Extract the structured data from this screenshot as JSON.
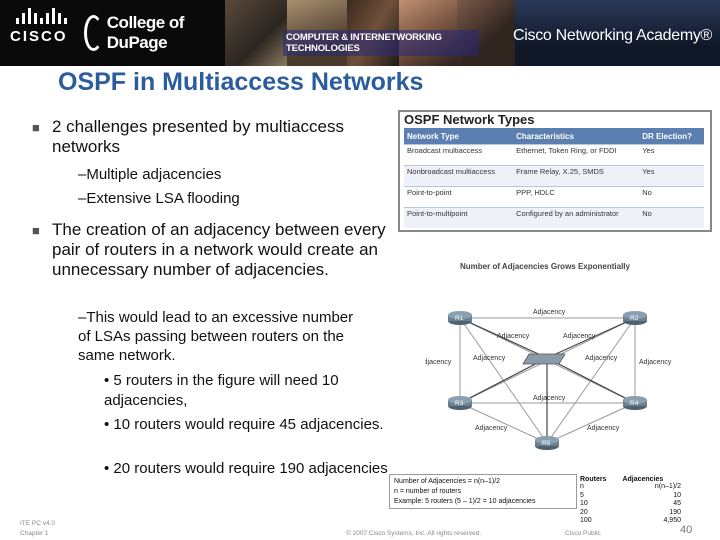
{
  "header": {
    "cisco_wordmark": "CISCO",
    "college_name": "College of DuPage",
    "program": "COMPUTER & INTERNETWORKING TECHNOLOGIES",
    "academy": "Cisco Networking Academy®"
  },
  "title": "OSPF in Multiaccess Networks",
  "bullets": [
    {
      "text": "2 challenges presented by multiaccess networks",
      "subs": [
        "–Multiple adjacencies",
        "–Extensive LSA flooding"
      ]
    },
    {
      "text": "The creation of an adjacency between every pair of routers in a network would create an unnecessary number of adjacencies.",
      "subs": [
        "–This would lead to an excessive number of LSAs passing between routers on the same network."
      ],
      "points": [
        "• 5 routers in the figure will need 10 adjacencies,",
        "• 10 routers would require 45 adjacencies.",
        "• 20 routers would require 190 adjacencies"
      ]
    }
  ],
  "network_types": {
    "title": "OSPF Network Types",
    "headers": [
      "Network Type",
      "Characteristics",
      "DR Election?"
    ],
    "rows": [
      [
        "Broadcast multiaccess",
        "Ethernet, Token Ring, or FDDI",
        "Yes"
      ],
      [
        "Nonbroadcast multiaccess",
        "Frame Relay, X.25, SMDS",
        "Yes"
      ],
      [
        "Point-to-point",
        "PPP, HDLC",
        "No"
      ],
      [
        "Point-to-multipoint",
        "Configured by an administrator",
        "No"
      ]
    ]
  },
  "diagram": {
    "title": "Number of Adjacencies Grows Exponentially",
    "edge_label": "Adjacency",
    "routers": [
      "R1",
      "R2",
      "R3",
      "R4",
      "R5"
    ],
    "formula": [
      "Number of Adjacencies = n(n–1)/2",
      "n = number of routers",
      "Example: 5 routers (5 – 1)/2 = 10 adjacencies"
    ],
    "table_headers": [
      "Routers",
      "Adjacencies"
    ],
    "table_rows": [
      [
        "n",
        "n(n–1)/2"
      ],
      [
        "5",
        "10"
      ],
      [
        "10",
        "45"
      ],
      [
        "20",
        "190"
      ],
      [
        "100",
        "4,950"
      ]
    ]
  },
  "footer": {
    "course": "ITE PC v4.0",
    "chapter": "Chapter 1",
    "copyright": "© 2007 Cisco Systems, Inc. All rights reserved.",
    "classification": "Cisco Public",
    "page": "40"
  },
  "colors": {
    "title": "#2b5d9e",
    "table_header": "#5a7fb0",
    "banner": "#0a0a0a"
  }
}
